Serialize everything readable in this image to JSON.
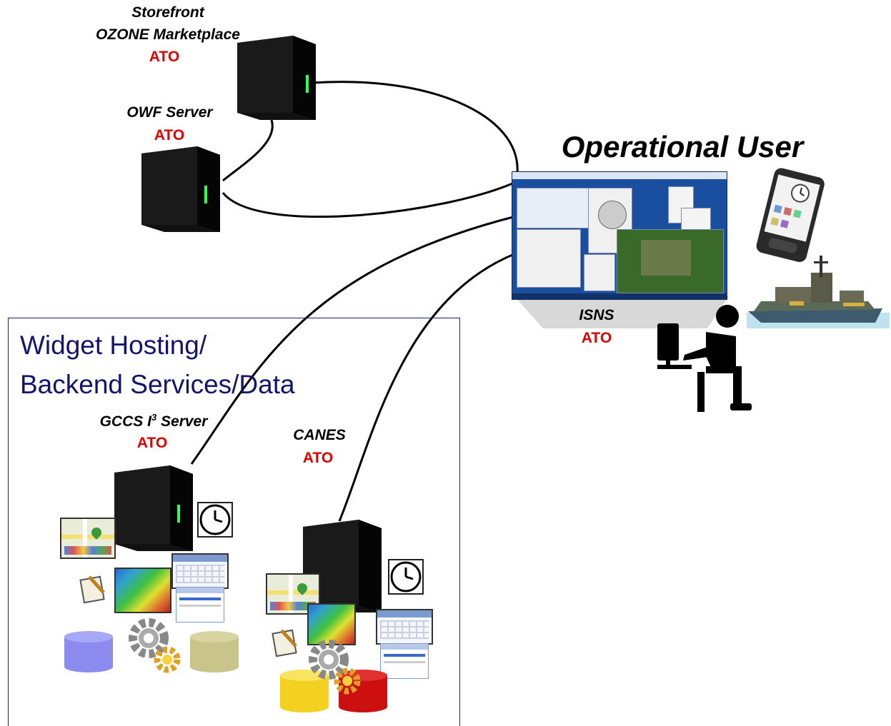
{
  "nodes": {
    "storefront": {
      "line1": "Storefront",
      "line2": "OZONE Marketplace",
      "status": "ATO"
    },
    "owf": {
      "name": "OWF Server",
      "status": "ATO"
    },
    "isns": {
      "name": "ISNS",
      "status": "ATO"
    },
    "gccs": {
      "name_prefix": "GCCS I",
      "superscript": "3",
      "name_suffix": " Server",
      "status": "ATO"
    },
    "canes": {
      "name": "CANES",
      "status": "ATO"
    }
  },
  "operational_user": {
    "title": "Operational User"
  },
  "hosting_box": {
    "line1": "Widget Hosting/",
    "line2": "Backend Services/Data"
  },
  "colors": {
    "ato": "#e00000",
    "box_border": "#202070",
    "box_title": "#14146e",
    "db_purple": "#8c8cf0",
    "db_olive": "#c8c48a",
    "db_yellow": "#f4d020",
    "db_red": "#cc1010"
  },
  "icons": [
    "server-icon",
    "monitor-screenshot-icon",
    "smartphone-icon",
    "ship-icon",
    "user-at-computer-icon",
    "map-widget-icon",
    "clock-icon",
    "calendar-icon",
    "weather-map-icon",
    "notepad-icon",
    "gears-icon",
    "database-icon",
    "form-widget-icon"
  ]
}
